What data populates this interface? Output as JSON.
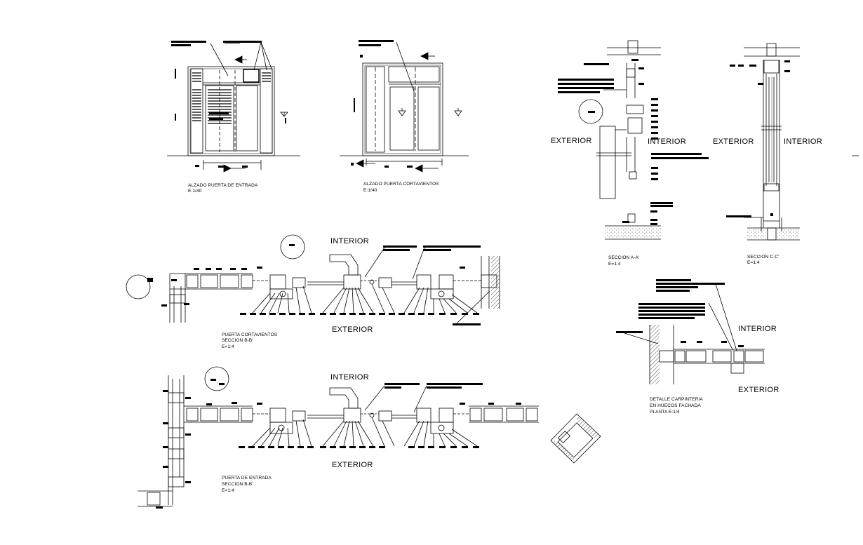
{
  "drawing": {
    "line_color": "#000000",
    "background": "#ffffff"
  },
  "views": {
    "elev_entrada": {
      "title": "ALZADO PUERTA DE ENTRADA",
      "scale": "E:1/40"
    },
    "elev_cortavientos": {
      "title": "ALZADO PUERTA CORTAVIENTOS",
      "scale": "E:1/40"
    },
    "sec_aa": {
      "title": "SECCION A-A'",
      "scale": "E=1:4",
      "left_label": "EXTERIOR",
      "right_label": "INTERIOR"
    },
    "sec_cc": {
      "title": "SECCION C-C'",
      "scale": "E=1:4",
      "left_label": "EXTERIOR",
      "right_label": "INTERIOR"
    },
    "plan_cortavientos": {
      "line1": "PUERTA CORTAVIENTOS",
      "line2": "SECCION B-B'",
      "scale": "E=1:4",
      "top_label": "INTERIOR",
      "bottom_label": "EXTERIOR"
    },
    "plan_entrada": {
      "line1": "PUERTA DE ENTRADA",
      "line2": "SECCION B-B'",
      "scale": "E=1:4",
      "top_label": "INTERIOR",
      "bottom_label": "EXTERIOR"
    },
    "detalle": {
      "line1": "DETALLE CARPINTERIA",
      "line2": "EN HUECOS FACHADA",
      "line3": "PLANTA E:1/4",
      "top_label": "INTERIOR",
      "bottom_label": "EXTERIOR"
    }
  }
}
